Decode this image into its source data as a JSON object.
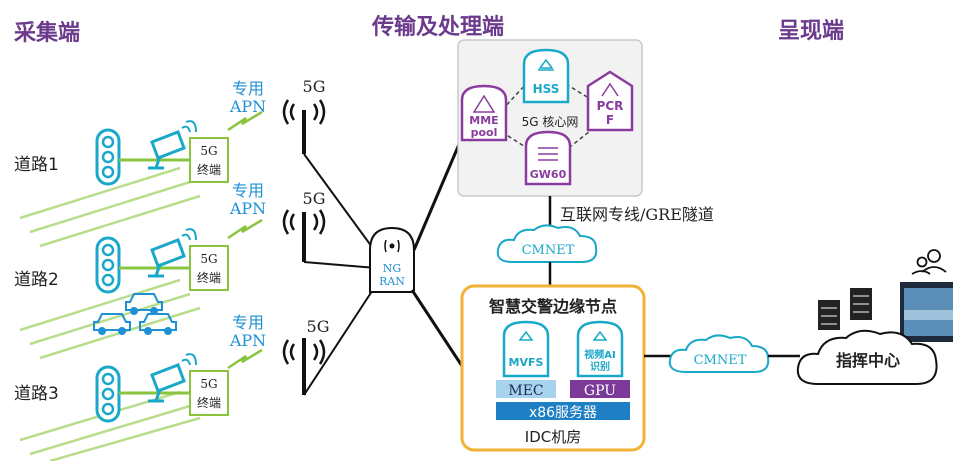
{
  "titles": {
    "left": "采集端",
    "center": "传输及处理端",
    "right": "呈现端"
  },
  "roads": [
    "道路1",
    "道路2",
    "道路3"
  ],
  "apn": {
    "line1": "专用",
    "line2": "APN"
  },
  "terminal": {
    "line1": "5G",
    "line2": "终端"
  },
  "tower_label": "5G",
  "ran": {
    "line1": "NG",
    "line2": "RAN"
  },
  "core": {
    "hss": "HSS",
    "mme_line1": "MME",
    "mme_line2": "pool",
    "pcrf_line1": "PCR",
    "pcrf_line2": "F",
    "gw": "GW60",
    "label": "5G 核心网"
  },
  "link_label": "互联网专线/GRE隧道",
  "cmnet_top": "CMNET",
  "cmnet_right": "CMNET",
  "edge": {
    "title": "智慧交警边缘节点",
    "mvfs": "MVFS",
    "ai_line1": "视频AI",
    "ai_line2": "识别",
    "mec": "MEC",
    "gpu": "GPU",
    "server": "x86服务器",
    "idc": "IDC机房"
  },
  "command_center": "指挥中心",
  "colors": {
    "title_purple": "#6b3a8c",
    "accent_blue": "#1e90d6",
    "teal": "#1aa8c8",
    "green": "#8ac43f",
    "core_purple": "#8a3c9e",
    "edge_border": "#f2b233",
    "server_blue": "#1e7fc4",
    "mec_light": "#a7d3ec",
    "gpu_purple": "#7b3a98"
  }
}
